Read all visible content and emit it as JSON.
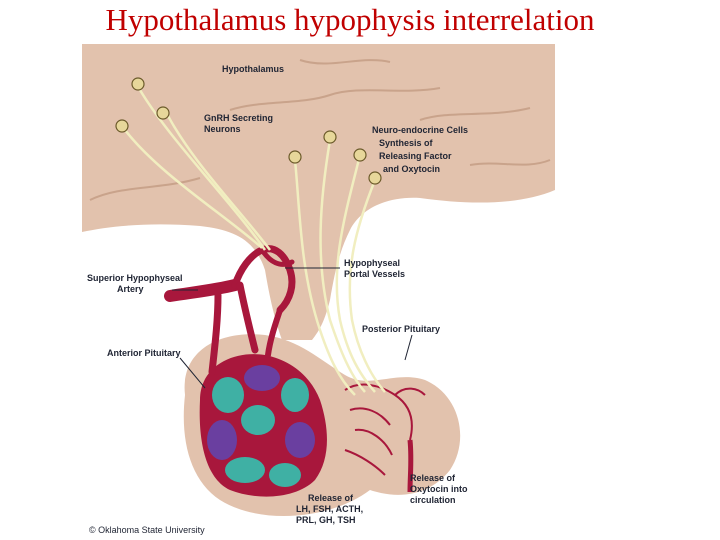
{
  "slide": {
    "title": "Hypothalamus hypophysis interrelation"
  },
  "diagram": {
    "labels": {
      "hypothalamus": "Hypothalamus",
      "gnrh_line1": "GnRH Secreting",
      "gnrh_line2": "Neurons",
      "neuro_line1": "Neuro-endocrine Cells",
      "neuro_line2": "Synthesis of",
      "neuro_line3": "Releasing Factor",
      "neuro_line4": "and Oxytocin",
      "portal_line1": "Hypophyseal",
      "portal_line2": "Portal Vessels",
      "artery_line1": "Superior Hypophyseal",
      "artery_line2": "Artery",
      "anterior": "Anterior Pituitary",
      "posterior": "Posterior Pituitary",
      "oxy_line1": "Release of",
      "oxy_line2": "Oxytocin into",
      "oxy_line3": "circulation",
      "horm_line1": "Release of",
      "horm_line2": "LH, FSH, ACTH,",
      "horm_line3": "PRL, GH, TSH"
    },
    "copyright": "© Oklahoma State University",
    "colors": {
      "tissue": "#e2c2ad",
      "vessel": "#a8173c",
      "axon": "#f1eec0",
      "cell_teal": "#3fb0a4",
      "cell_purple": "#6a3fa0"
    }
  }
}
